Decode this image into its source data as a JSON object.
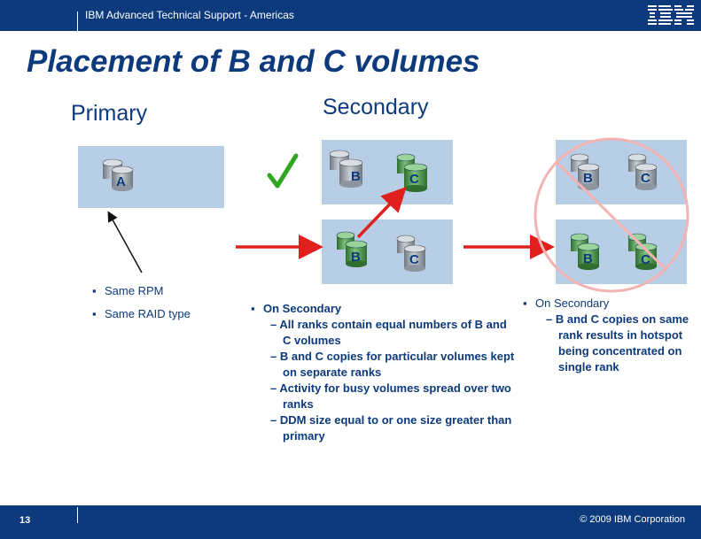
{
  "header": {
    "title": "IBM Advanced Technical Support - Americas",
    "logo_text": "IBM"
  },
  "slide": {
    "title": "Placement of B and C volumes"
  },
  "labels": {
    "primary": "Primary",
    "secondary": "Secondary"
  },
  "volumes": {
    "a": "A",
    "b": "B",
    "c": "C"
  },
  "left_bullets": [
    "Same RPM",
    "Same RAID type"
  ],
  "middle_bullets": {
    "heading": "On Secondary",
    "items": [
      "– All ranks contain equal numbers of B and C volumes",
      "– B and C copies for particular volumes kept on separate ranks",
      "– Activity for busy volumes spread over two ranks",
      "– DDM size equal to or one size greater than primary"
    ]
  },
  "right_bullets": {
    "heading": "On Secondary",
    "items": [
      "– B and C copies on same rank results in hotspot being concentrated on single rank"
    ]
  },
  "footer": {
    "page": "13",
    "copyright": "© 2009 IBM Corporation"
  },
  "colors": {
    "brand_blue": "#0c3a7c",
    "panel_blue": "#b8cde6",
    "arrow_red": "#e0201c",
    "checkmark_green": "#2fa61f",
    "cylinder_grey": "#9aa3ad",
    "cylinder_green": "#3f8a3f"
  }
}
